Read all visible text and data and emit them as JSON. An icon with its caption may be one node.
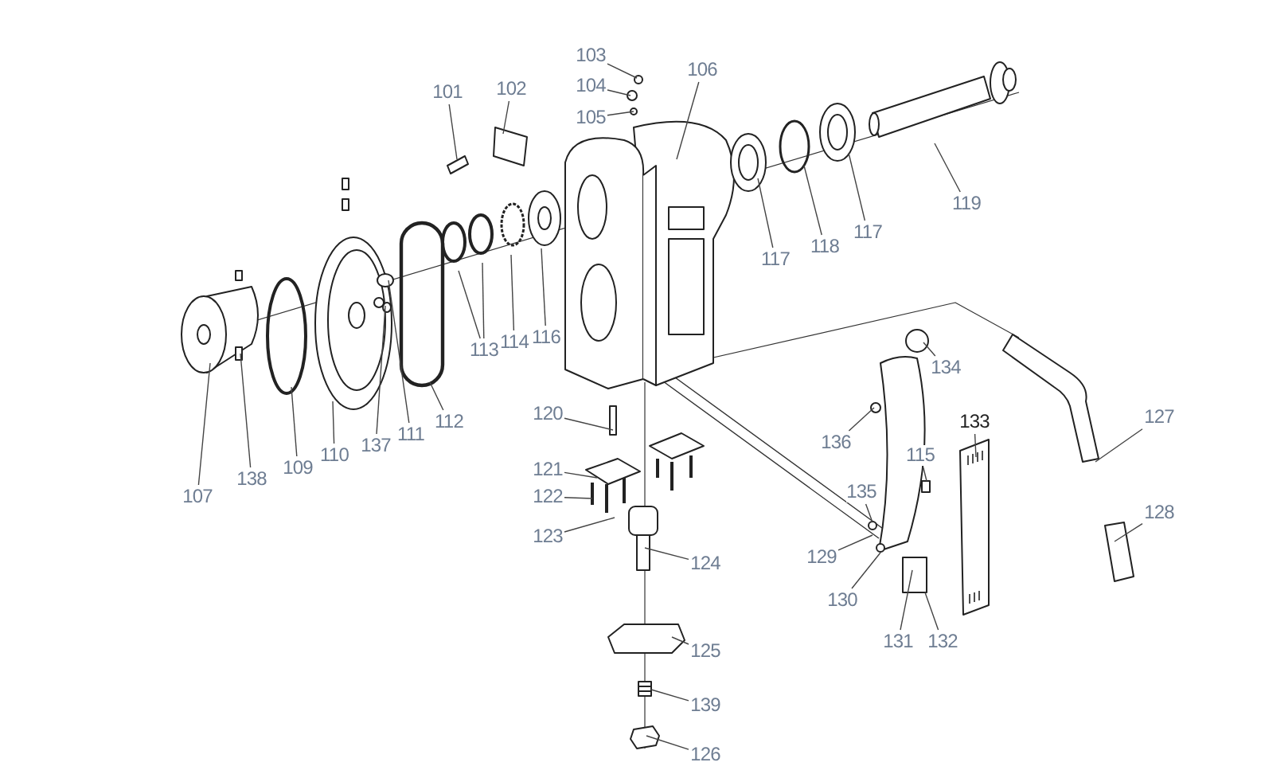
{
  "diagram": {
    "nodes": [
      {
        "text": [
          "101"
        ]
      },
      {
        "text": [
          "102"
        ]
      },
      {
        "text": [
          "103"
        ]
      },
      {
        "text": [
          "104"
        ]
      },
      {
        "text": [
          "105"
        ]
      },
      {
        "text": [
          "106"
        ]
      },
      {
        "text": [
          "119"
        ]
      },
      {
        "text": [
          "117"
        ]
      },
      {
        "text": [
          "118"
        ]
      },
      {
        "text": [
          "117"
        ]
      },
      {
        "text": [
          "113"
        ]
      },
      {
        "text": [
          "114"
        ]
      },
      {
        "text": [
          "116"
        ]
      },
      {
        "text": [
          "107"
        ]
      },
      {
        "text": [
          "138"
        ]
      },
      {
        "text": [
          "109"
        ]
      },
      {
        "text": [
          "110"
        ]
      },
      {
        "text": [
          "137"
        ]
      },
      {
        "text": [
          "111"
        ]
      },
      {
        "text": [
          "112"
        ]
      },
      {
        "text": [
          "120"
        ]
      },
      {
        "text": [
          "134"
        ]
      },
      {
        "text": [
          "136"
        ]
      },
      {
        "text": [
          "127"
        ]
      },
      {
        "text": [
          "133"
        ]
      },
      {
        "text": [
          "115"
        ]
      },
      {
        "text": [
          "121"
        ]
      },
      {
        "text": [
          "122"
        ]
      },
      {
        "text": [
          "135"
        ]
      },
      {
        "text": [
          "123"
        ]
      },
      {
        "text": [
          "124"
        ]
      },
      {
        "text": [
          "129"
        ]
      },
      {
        "text": [
          "128"
        ]
      },
      {
        "text": [
          "130"
        ]
      },
      {
        "text": [
          "131"
        ]
      },
      {
        "text": [
          "132"
        ]
      },
      {
        "text": [
          "125"
        ]
      },
      {
        "text": [
          "139"
        ]
      },
      {
        "text": [
          "126"
        ]
      }
    ],
    "edges": [
      {
        "from": 0,
        "to": null,
        "arrow": "none"
      },
      {
        "from": 1,
        "to": null,
        "arrow": "none"
      },
      {
        "from": 2,
        "to": null,
        "arrow": "none"
      },
      {
        "from": 3,
        "to": null,
        "arrow": "none"
      },
      {
        "from": 4,
        "to": null,
        "arrow": "none"
      },
      {
        "from": 5,
        "to": null,
        "arrow": "none"
      },
      {
        "from": 6,
        "to": null,
        "arrow": "none"
      },
      {
        "from": 7,
        "to": null,
        "arrow": "none"
      },
      {
        "from": 8,
        "to": null,
        "arrow": "none"
      },
      {
        "from": 9,
        "to": null,
        "arrow": "none"
      },
      {
        "from": 10,
        "to": null,
        "arrow": "none"
      },
      {
        "from": 10,
        "to": null,
        "arrow": "none"
      },
      {
        "from": 11,
        "to": null,
        "arrow": "none"
      },
      {
        "from": 12,
        "to": null,
        "arrow": "none"
      },
      {
        "from": 13,
        "to": null,
        "arrow": "none"
      },
      {
        "from": 14,
        "to": null,
        "arrow": "none"
      },
      {
        "from": 15,
        "to": null,
        "arrow": "none"
      },
      {
        "from": 16,
        "to": null,
        "arrow": "none"
      },
      {
        "from": 17,
        "to": null,
        "arrow": "none"
      },
      {
        "from": 18,
        "to": null,
        "arrow": "none"
      },
      {
        "from": 19,
        "to": null,
        "arrow": "none"
      },
      {
        "from": 20,
        "to": null,
        "arrow": "none"
      },
      {
        "from": 21,
        "to": null,
        "arrow": "none"
      },
      {
        "from": 22,
        "to": null,
        "arrow": "none"
      },
      {
        "from": 23,
        "to": null,
        "arrow": "none"
      },
      {
        "from": 24,
        "to": null,
        "arrow": "none"
      },
      {
        "from": 25,
        "to": null,
        "arrow": "none"
      },
      {
        "from": 26,
        "to": null,
        "arrow": "none"
      },
      {
        "from": 27,
        "to": null,
        "arrow": "none"
      },
      {
        "from": 28,
        "to": null,
        "arrow": "none"
      },
      {
        "from": 29,
        "to": null,
        "arrow": "none"
      },
      {
        "from": 30,
        "to": null,
        "arrow": "none"
      },
      {
        "from": 31,
        "to": null,
        "arrow": "none"
      },
      {
        "from": 32,
        "to": null,
        "arrow": "none"
      },
      {
        "from": 33,
        "to": null,
        "arrow": "none"
      },
      {
        "from": 34,
        "to": null,
        "arrow": "none"
      },
      {
        "from": 35,
        "to": null,
        "arrow": "none"
      },
      {
        "from": 36,
        "to": null,
        "arrow": "none"
      },
      {
        "from": 37,
        "to": null,
        "arrow": "none"
      },
      {
        "from": 38,
        "to": null,
        "arrow": "none"
      }
    ]
  }
}
